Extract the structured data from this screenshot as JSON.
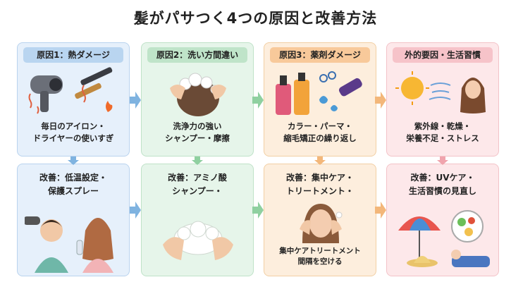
{
  "title": "髪がパサつく4つの原因と改善方法",
  "columns": [
    {
      "header": "原因1：熱ダメージ",
      "cause": "毎日のアイロン・\nドライヤーの使いすぎ",
      "solution": "改善：低温設定・\n保護スプレー",
      "cause_icons": [
        "hair-dryer-icon",
        "curling-iron-icon",
        "heat-waves-icon",
        "flame-icon"
      ],
      "solution_icons": [
        "man-with-dryer-icon",
        "woman-with-spray-icon"
      ]
    },
    {
      "header": "原因2：洗い方間違い",
      "cause": "洗浄力の強い\nシャンプー・摩擦",
      "solution": "改善：アミノ酸\nシャンプー・",
      "cause_icons": [
        "hands-washing-hair-icon",
        "foam-icon"
      ],
      "solution_icons": [
        "hands-gentle-wash-icon",
        "foam-icon"
      ]
    },
    {
      "header": "原因3：薬剤ダメージ",
      "cause": "カラー・パーマ・\n縮毛矯正の繰り返し",
      "solution": "改善：集中ケア・\nトリートメント・",
      "note": "集中ケアトリートメント\n間隔を空ける",
      "cause_icons": [
        "dye-bottles-icon",
        "scissors-icon",
        "brush-icon",
        "droplet-icon"
      ],
      "solution_icons": [
        "woman-treatment-icon"
      ]
    },
    {
      "header": "外的要因・生活習慣",
      "cause": "紫外線・乾燥・\n栄養不足・ストレス",
      "solution": "改善：UVケア・\n生活習慣の見直し",
      "cause_icons": [
        "sun-uv-icon",
        "wind-icon",
        "stressed-woman-icon"
      ],
      "solution_icons": [
        "umbrella-icon",
        "hat-icon",
        "meal-plate-icon",
        "sleeping-person-icon"
      ]
    }
  ],
  "colors": {
    "col1": "#e6f0fb",
    "col2": "#e6f5ea",
    "col3": "#fdeedd",
    "col4": "#fde8ea",
    "arrow_blue": "#7fb3e0",
    "arrow_green": "#8fd0a0",
    "arrow_orange": "#f3b77a"
  }
}
